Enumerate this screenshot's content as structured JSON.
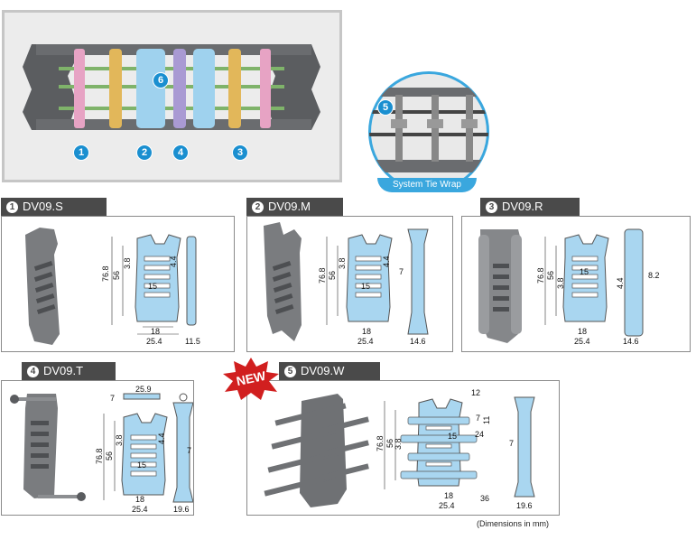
{
  "hero": {
    "badges": [
      "1",
      "2",
      "3",
      "4",
      "5",
      "6"
    ],
    "zoom_label": "System Tie Wrap"
  },
  "products": [
    {
      "num": "1",
      "name": "DV09.S"
    },
    {
      "num": "2",
      "name": "DV09.M"
    },
    {
      "num": "3",
      "name": "DV09.R"
    },
    {
      "num": "4",
      "name": "DV09.T"
    },
    {
      "num": "5",
      "name": "DV09.W"
    }
  ],
  "new_badge": "NEW",
  "dims": {
    "h_outer": "76.8",
    "h_inner": "56",
    "d38": "3.8",
    "d44": "4.4",
    "d15": "15",
    "d18": "18",
    "d254": "25.4",
    "d115": "11.5",
    "d7": "7",
    "d146": "14.6",
    "d82": "8.2",
    "d259": "25.9",
    "d196": "19.6",
    "d12": "12",
    "d11": "11",
    "d24": "24",
    "d36": "36"
  },
  "footnote": "(Dimensions in mm)",
  "colors": {
    "pink": "#e7a3c4",
    "gold": "#e2b75a",
    "blue": "#9fd2ee",
    "purple": "#a99ad3",
    "green": "#7fb36a",
    "accent": "#1a8fd0"
  }
}
